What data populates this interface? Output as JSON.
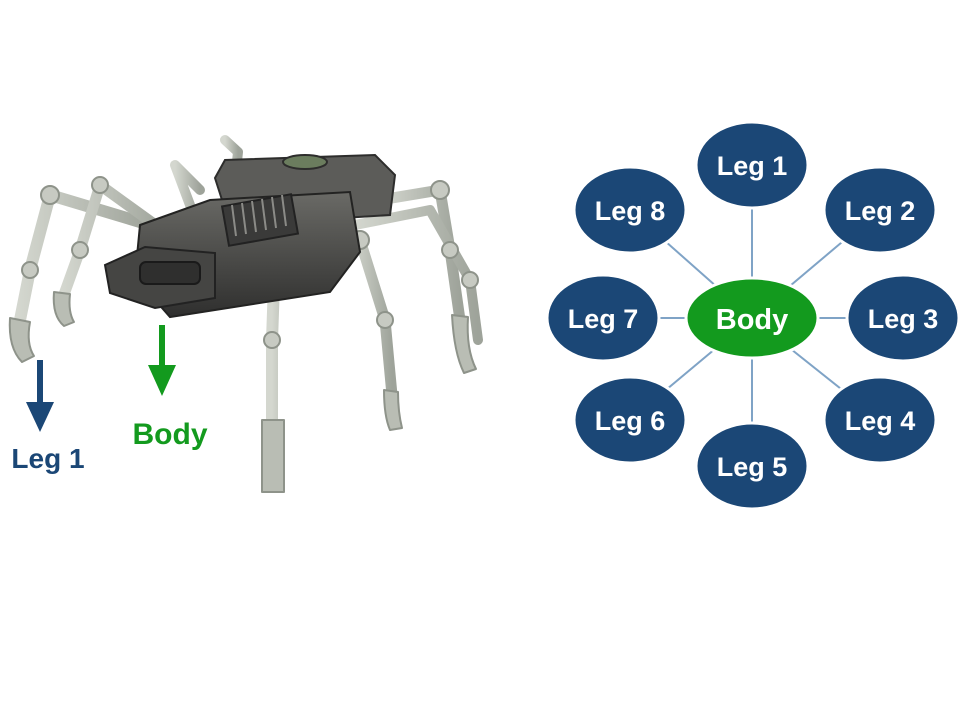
{
  "robot_labels": {
    "leg": "Leg 1",
    "body": "Body"
  },
  "graph": {
    "center": "Body",
    "nodes": [
      "Leg 1",
      "Leg 2",
      "Leg 3",
      "Leg 4",
      "Leg 5",
      "Leg 6",
      "Leg 7",
      "Leg 8"
    ]
  },
  "colors": {
    "leg": "#1b4776",
    "body": "#139a1e",
    "edge": "#7fa3c6",
    "metal_dark": "#4e4e4c",
    "metal_light": "#b9bdb4"
  }
}
